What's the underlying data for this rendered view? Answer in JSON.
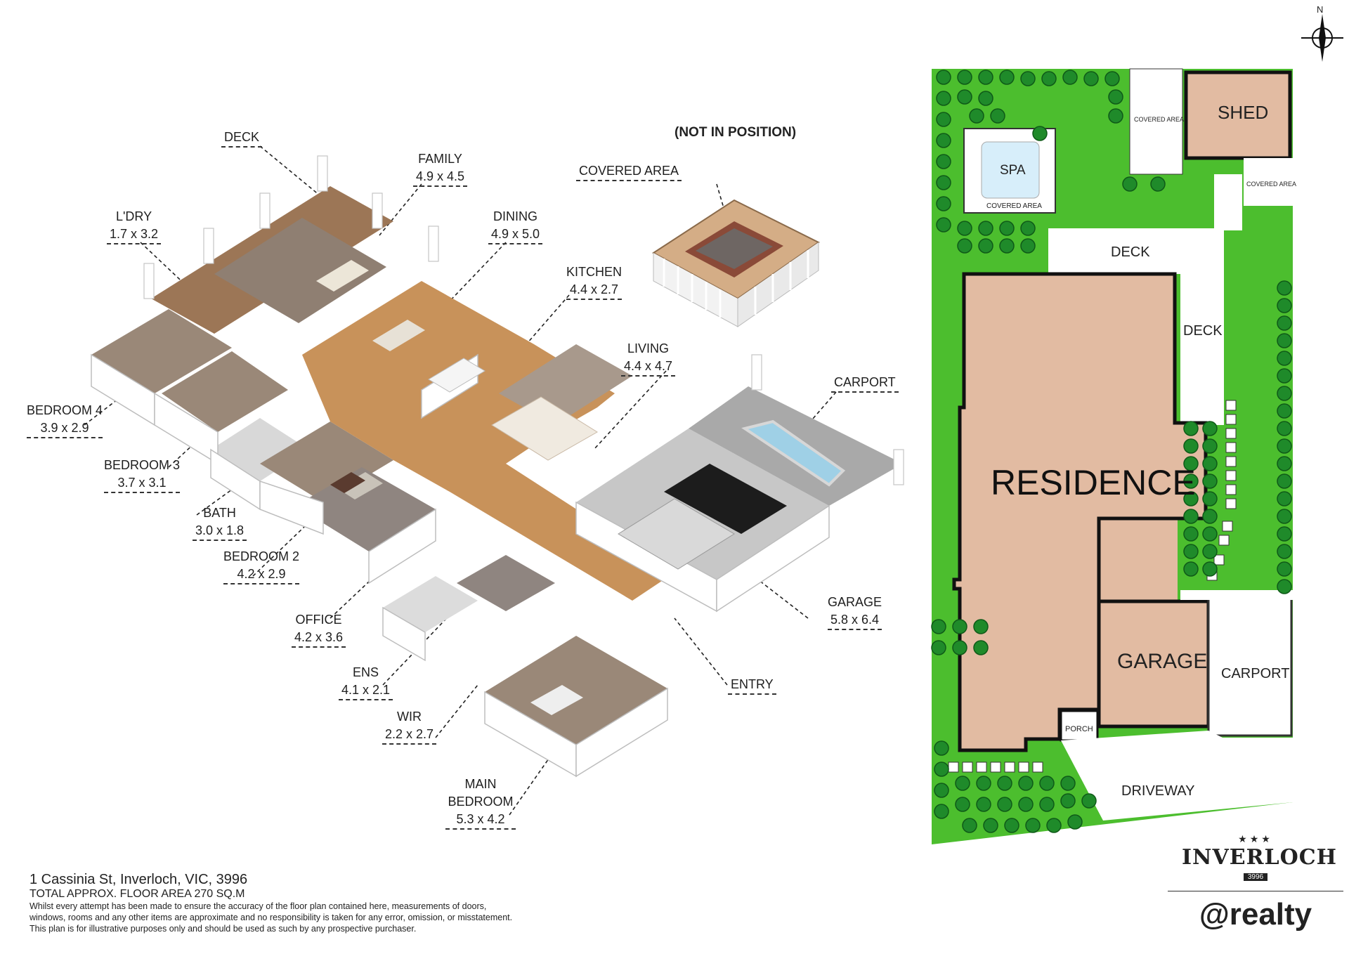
{
  "plan3d": {
    "not_in_position": "(NOT IN POSITION)",
    "covered_area_label": "COVERED AREA",
    "rooms": [
      {
        "name": "DECK",
        "dims": ""
      },
      {
        "name": "FAMILY",
        "dims": "4.9 x 4.5"
      },
      {
        "name": "L'DRY",
        "dims": "1.7 x 3.2"
      },
      {
        "name": "DINING",
        "dims": "4.9 x 5.0"
      },
      {
        "name": "KITCHEN",
        "dims": "4.4 x 2.7"
      },
      {
        "name": "LIVING",
        "dims": "4.4 x 4.7"
      },
      {
        "name": "CARPORT",
        "dims": ""
      },
      {
        "name": "BEDROOM 4",
        "dims": "3.9 x 2.9"
      },
      {
        "name": "BEDROOM 3",
        "dims": "3.7 x 3.1"
      },
      {
        "name": "BATH",
        "dims": "3.0 x 1.8"
      },
      {
        "name": "BEDROOM 2",
        "dims": "4.2 x 2.9"
      },
      {
        "name": "OFFICE",
        "dims": "4.2 x 3.6"
      },
      {
        "name": "ENS",
        "dims": "4.1 x 2.1"
      },
      {
        "name": "WIR",
        "dims": "2.2 x 2.7"
      },
      {
        "name": "GARAGE",
        "dims": "5.8 x 6.4"
      },
      {
        "name": "ENTRY",
        "dims": ""
      },
      {
        "name": "MAIN BEDROOM",
        "dims": "5.3 x 4.2"
      }
    ]
  },
  "site_plan": {
    "north": "N",
    "shed": "SHED",
    "covered_area_1": "COVERED AREA",
    "covered_area_2": "COVERED AREA",
    "covered_area_3": "COVERED AREA",
    "spa": "SPA",
    "deck_top": "DECK",
    "deck_side": "DECK",
    "residence": "RESIDENCE",
    "garage": "GARAGE",
    "carport": "CARPORT",
    "porch": "PORCH",
    "driveway": "DRIVEWAY"
  },
  "footer": {
    "address": "1 Cassinia St, Inverloch, VIC, 3996",
    "area": "TOTAL APPROX. FLOOR AREA 270 SQ.M",
    "disclaimer_1": "Whilst every attempt has been made to ensure the accuracy of the floor plan contained here, measurements of doors,",
    "disclaimer_2": "windows, rooms and any other items are approximate and no responsibility is taken for any error, omission, or misstatement.",
    "disclaimer_3": "This plan is for illustrative purposes only and should be used as such by any prospective purchaser."
  },
  "brand": {
    "logo_1": "INVERLOCH",
    "logo_1_sub": "3996",
    "logo_2": "@realty"
  },
  "colors": {
    "lawn": "#4cbe2e",
    "residence": "#e2bba2",
    "floor_wood": "#c8925a",
    "floor_carpet": "#9a8878",
    "tree": "#1f8a2a"
  }
}
